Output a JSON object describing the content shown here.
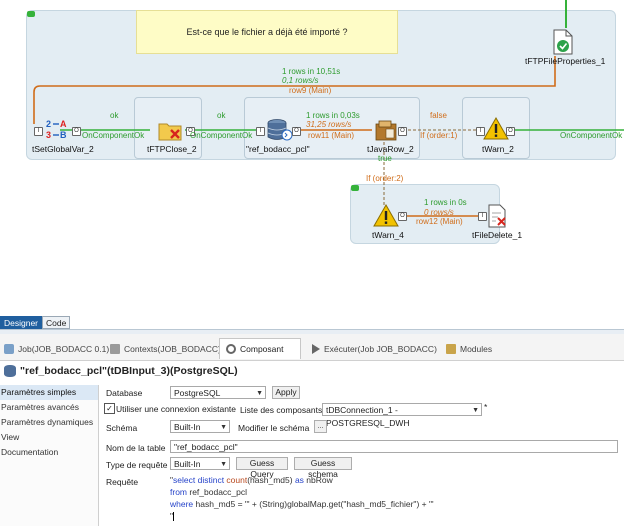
{
  "canvas": {
    "note": "Est-ce que le fichier a déjà été importé ?",
    "components": {
      "ftp_props": "tFTPFileProperties_1",
      "setglobal": "tSetGlobalVar_2",
      "ftpclose": "tFTPClose_2",
      "dbinput": "\"ref_bodacc_pcl\"",
      "javarow": "tJavaRow_2",
      "warn2": "tWarn_2",
      "warn4": "tWarn_4",
      "filedelete": "tFileDelete_1"
    },
    "links": {
      "row9_stats1": "1 rows in 10,51s",
      "row9_stats2": "0,1 rows/s",
      "row9_name": "row9 (Main)",
      "ok1": "ok",
      "ok2": "ok",
      "oncompok1": "OnComponentOk",
      "oncompok2": "OnComponentOk",
      "oncompok3": "OnComponentOk",
      "row11_stats1": "1 rows in 0,03s",
      "row11_stats2": "31,25 rows/s",
      "row11_name": "row11 (Main)",
      "false_label": "false",
      "if_order1": "If (order:1)",
      "true_label": "true",
      "if_order2": "If (order:2)",
      "row12_stats1": "1 rows in 0s",
      "row12_stats2": "0 rows/s",
      "row12_name": "row12 (Main)"
    }
  },
  "strip": {
    "designer": "Designer",
    "code": "Code"
  },
  "tabs": {
    "job": "Job(JOB_BODACC 0.1)",
    "contexts": "Contexts(JOB_BODACC)",
    "composant": "Composant",
    "executer": "Exécuter(Job JOB_BODACC)",
    "modules": "Modules"
  },
  "component_title": "\"ref_bodacc_pcl\"(tDBInput_3)(PostgreSQL)",
  "sidebar": {
    "items": [
      {
        "label": "Paramètres simples"
      },
      {
        "label": "Paramètres avancés"
      },
      {
        "label": "Paramètres dynamiques"
      },
      {
        "label": "View"
      },
      {
        "label": "Documentation"
      }
    ]
  },
  "form": {
    "database_label": "Database",
    "database_value": "PostgreSQL",
    "apply_button": "Apply",
    "use_existing_label": "Utiliser une connexion existante",
    "components_list_label": "Liste des composants",
    "components_list_value": "tDBConnection_1 - POSTGRESQL_DWH",
    "schema_label": "Schéma",
    "schema_value": "Built-In",
    "modify_schema_label": "Modifier le schéma",
    "ellipsis": "...",
    "table_label": "Nom de la table",
    "table_value": "\"ref_bodacc_pcl\"",
    "query_type_label": "Type de requête",
    "query_type_value": "Built-In",
    "guess_query_button": "Guess Query",
    "guess_schema_button": "Guess schema",
    "query_label": "Requête",
    "query": {
      "l1_q": "\"",
      "l1_kw1": "select distinct ",
      "l1_fn": "count",
      "l1_rest": "(hash_md5) ",
      "l1_kw2": "as",
      "l1_tail": " nbRow",
      "l2_kw": "from",
      "l2_rest": " ref_bodacc_pcl",
      "l3_kw": "where",
      "l3_rest": " hash_md5 = '\" + (String)globalMap.get(\"hash_md5_fichier\") + \"'",
      "l4": "\""
    }
  },
  "colors": {
    "accent_green": "#35b23a",
    "orange": "#d06d1a",
    "warn_yellow": "#f2c200",
    "active_tab_blue": "#dbe8f5"
  }
}
